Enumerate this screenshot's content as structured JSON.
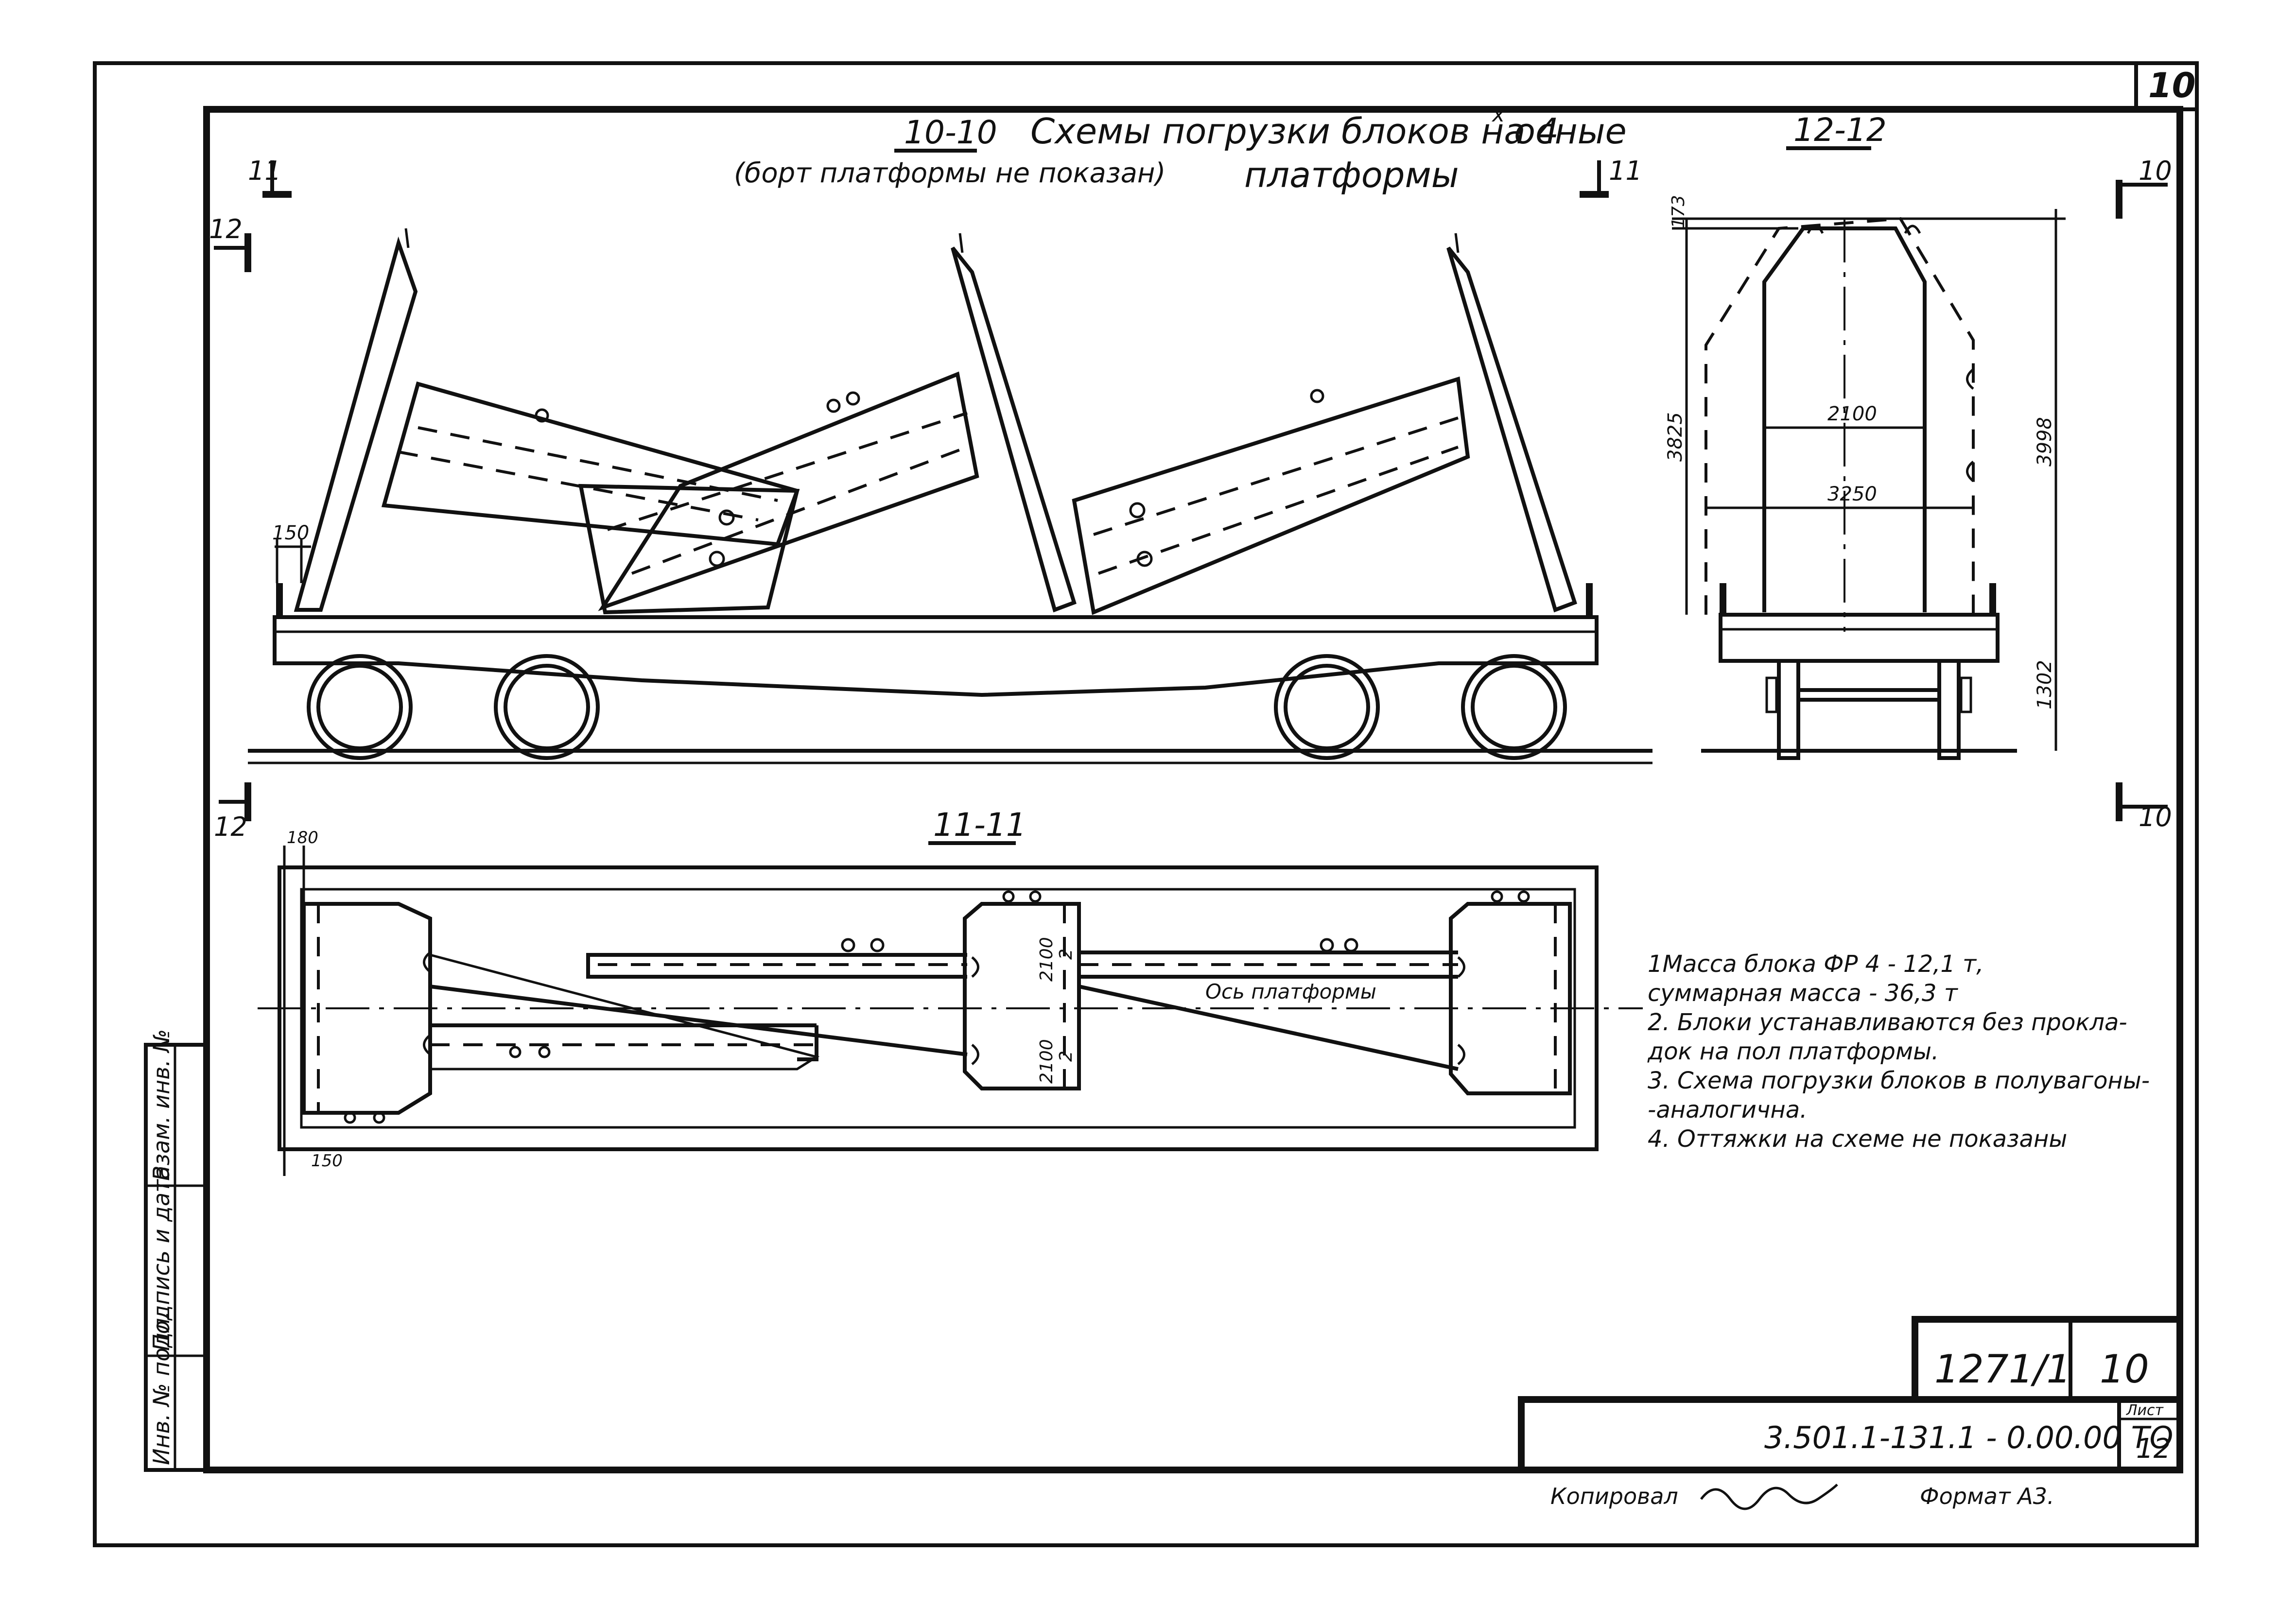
{
  "sheet_number_corner": "10",
  "title": {
    "section_label": "10-10",
    "main_line1": "Схемы погрузки блоков на 4",
    "main_sup": "х",
    "main_line1_tail": "осные",
    "main_line2": "платформы",
    "subtitle": "(борт платформы не показан)"
  },
  "section_marks": {
    "s11_left": "11",
    "s11_right": "11",
    "s12_top": "12",
    "s12_bottom": "12",
    "s10_top": "10",
    "s10_bottom": "10"
  },
  "side_view": {
    "dim_150": "150"
  },
  "view_12": {
    "label": "12-12",
    "dim_173": "173",
    "dim_3825": "3825",
    "dim_3998": "3998",
    "dim_2100": "2100",
    "dim_3250": "3250",
    "dim_1302": "1302"
  },
  "view_11": {
    "label": "11-11",
    "dim_180": "180",
    "dim_150": "150",
    "dim_2100_a": "2100",
    "dim_2_a": "2",
    "dim_2100_b": "2100",
    "dim_2_b": "2",
    "axis_label": "Ось платформы"
  },
  "notes": [
    "1Масса блока ФР 4      - 12,1 т,",
    "  суммарная масса    - 36,3 т",
    "2. Блоки устанавливаются без прокла-",
    "   док на пол платформы.",
    "3. Схема погрузки блоков в полувагоны-",
    "   -аналогична.",
    "4. Оттяжки на схеме не показаны"
  ],
  "left_strip": {
    "inv_podl": "Инв. № подл.",
    "podpis": "Подпись и дата",
    "vzam": "Взам. инв. №"
  },
  "title_block": {
    "doc_num": "1271/1",
    "sheet_num": "10",
    "code": "3.501.1-131.1 - 0.00.00 ТО",
    "list_label": "Лист",
    "list_value": "12"
  },
  "footer": {
    "copied": "Копировал",
    "format": "Формат А3."
  }
}
